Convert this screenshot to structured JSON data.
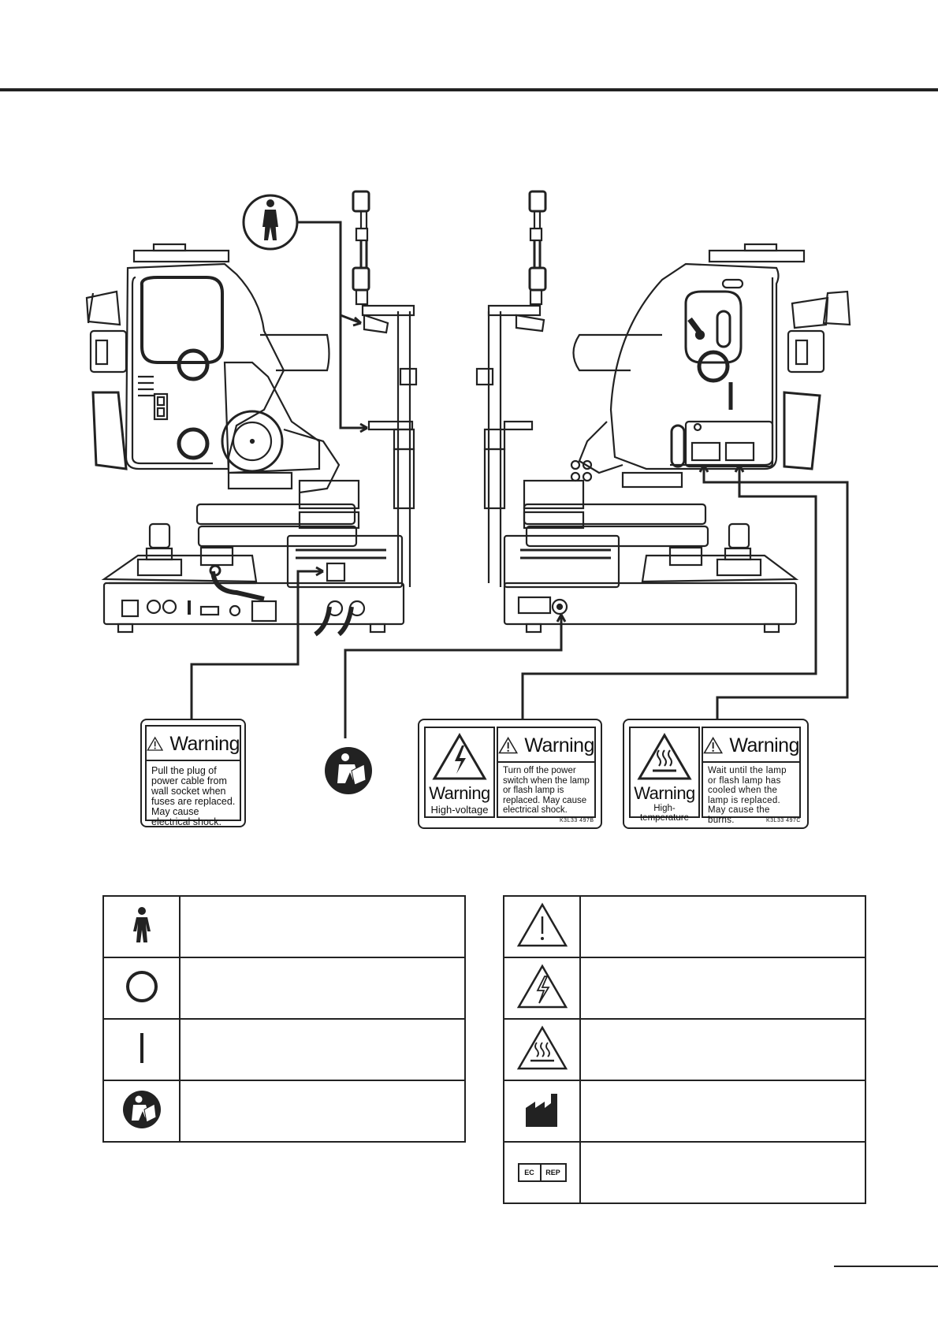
{
  "labels": {
    "power_plug": {
      "heading": "Warning",
      "text": "Pull the plug of power cable from wall socket when fuses are replaced. May cause electrical shock."
    },
    "high_voltage": {
      "heading": "Warning",
      "symbol_word": "Warning",
      "symbol_sub": "High-voltage",
      "text": "Turn off the power switch when the lamp or flash lamp is replaced. May cause electrical shock.",
      "code": "K3L33   497B"
    },
    "high_temperature": {
      "heading": "Warning",
      "symbol_word": "Warning",
      "symbol_sub": "High-temperature",
      "text": "Wait until the lamp or flash lamp has cooled when the lamp is replaced. May cause the burns.",
      "code": "K3L33   497C"
    }
  },
  "legend_left": [
    {
      "icon": "type-b-applied-part-icon"
    },
    {
      "icon": "power-off-icon"
    },
    {
      "icon": "power-on-icon"
    },
    {
      "icon": "read-manual-icon"
    }
  ],
  "legend_right": [
    {
      "icon": "general-warning-icon"
    },
    {
      "icon": "high-voltage-icon"
    },
    {
      "icon": "hot-surface-icon"
    },
    {
      "icon": "manufacturer-icon"
    },
    {
      "icon": "ec-rep-icon",
      "text_a": "EC",
      "text_b": "REP"
    }
  ]
}
